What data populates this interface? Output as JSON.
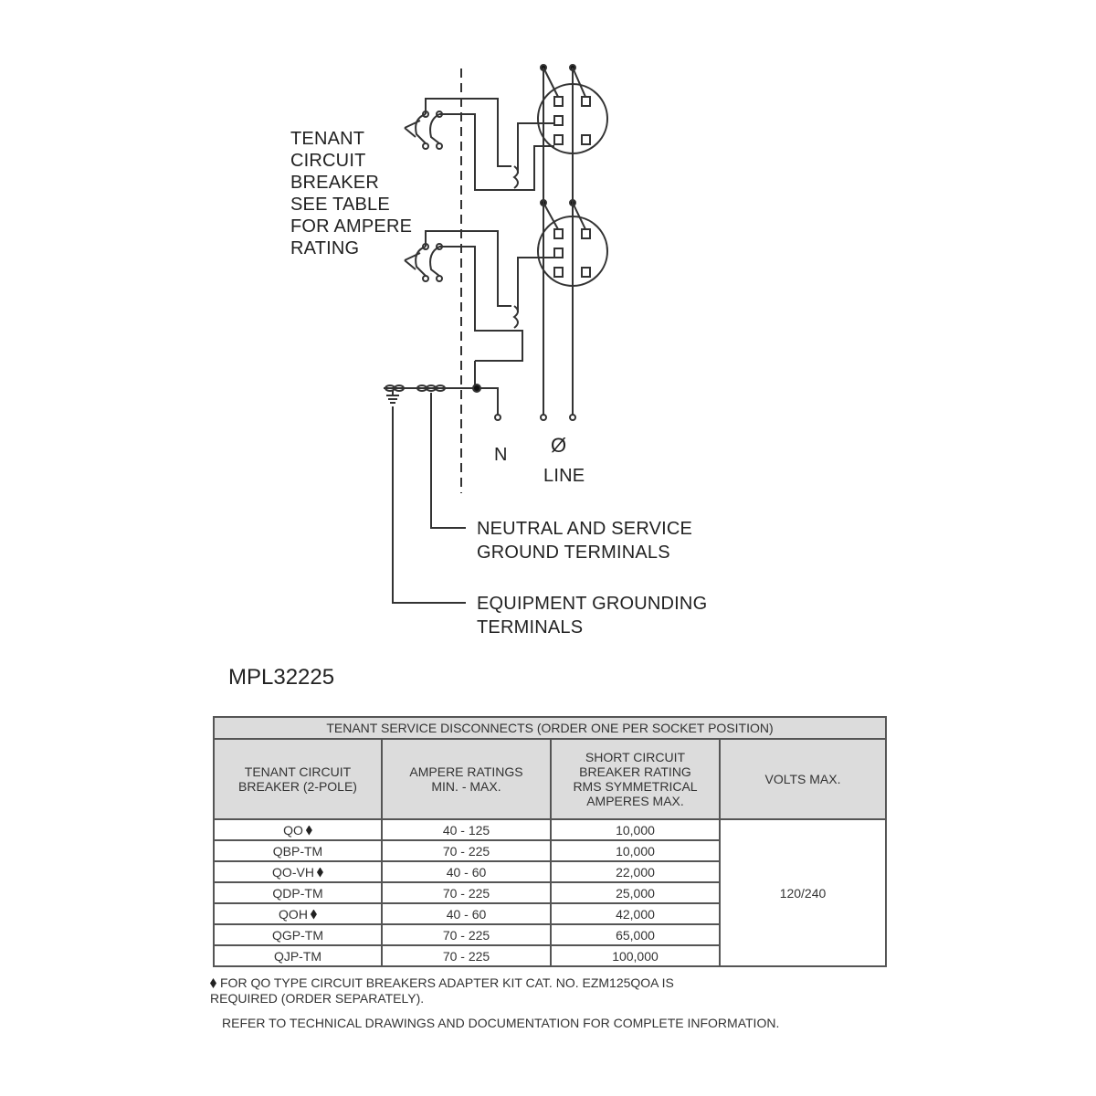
{
  "diagram": {
    "tenant_breaker_label": "TENANT\nCIRCUIT\nBREAKER\nSEE TABLE\nFOR AMPERE\nRATING",
    "neutral_label": "N",
    "phase_symbol": "Ø",
    "line_label": "LINE",
    "neutral_service_ground_label": "NEUTRAL AND SERVICE\nGROUND TERMINALS",
    "equipment_grounding_label": "EQUIPMENT GROUNDING\nTERMINALS"
  },
  "model_number": "MPL32225",
  "table": {
    "caption": "TENANT SERVICE DISCONNECTS (ORDER ONE PER SOCKET POSITION)",
    "headers": [
      "TENANT CIRCUIT\nBREAKER (2-POLE)",
      "AMPERE RATINGS\nMIN. - MAX.",
      "SHORT CIRCUIT\nBREAKER RATING\nRMS SYMMETRICAL\nAMPERES MAX.",
      "VOLTS MAX."
    ],
    "volts": "120/240",
    "rows": [
      {
        "breaker": "QO",
        "adapter": true,
        "amps": "40 - 125",
        "sc": "10,000"
      },
      {
        "breaker": "QBP-TM",
        "adapter": false,
        "amps": "70 - 225",
        "sc": "10,000"
      },
      {
        "breaker": "QO-VH",
        "adapter": true,
        "amps": "40 - 60",
        "sc": "22,000"
      },
      {
        "breaker": "QDP-TM",
        "adapter": false,
        "amps": "70 - 225",
        "sc": "25,000"
      },
      {
        "breaker": "QOH",
        "adapter": true,
        "amps": "40 - 60",
        "sc": "42,000"
      },
      {
        "breaker": "QGP-TM",
        "adapter": false,
        "amps": "70 - 225",
        "sc": "65,000"
      },
      {
        "breaker": "QJP-TM",
        "adapter": false,
        "amps": "70 - 225",
        "sc": "100,000"
      }
    ]
  },
  "footnote": "FOR QO TYPE CIRCUIT BREAKERS ADAPTER KIT CAT. NO. EZM125QOA IS\nREQUIRED (ORDER SEPARATELY).",
  "refer_note": "REFER TO TECHNICAL DRAWINGS AND DOCUMENTATION FOR COMPLETE INFORMATION."
}
